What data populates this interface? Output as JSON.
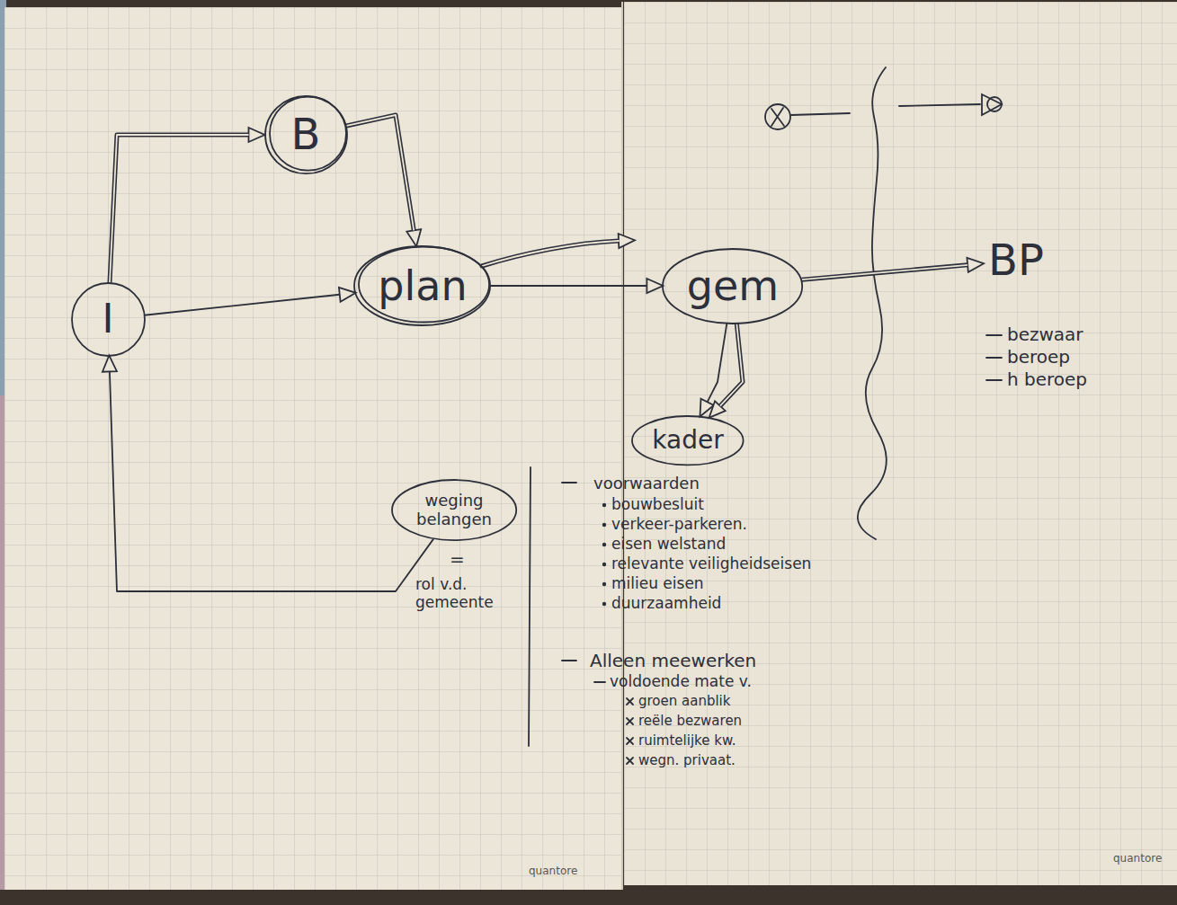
{
  "diagram": {
    "nodes": [
      {
        "text": [
          "I"
        ]
      },
      {
        "text": [
          "B"
        ]
      },
      {
        "text": [
          "plan"
        ]
      },
      {
        "text": [
          "gem"
        ]
      },
      {
        "text": [
          "BP"
        ]
      },
      {
        "text": [
          "kader"
        ]
      },
      {
        "text": [
          "weging belangen"
        ]
      }
    ],
    "edges": [
      {
        "from": 0,
        "to": 1,
        "arrow": "to"
      },
      {
        "from": 1,
        "to": 2,
        "arrow": "to"
      },
      {
        "from": 0,
        "to": 2,
        "arrow": "to"
      },
      {
        "from": 2,
        "to": 3,
        "arrow": "to"
      },
      {
        "from": 3,
        "to": 4,
        "arrow": "to"
      },
      {
        "from": 3,
        "to": 5,
        "arrow": "to"
      },
      {
        "from": 3,
        "to": 5,
        "arrow": "to"
      },
      {
        "from": 6,
        "to": 0,
        "arrow": "to"
      }
    ],
    "labels": [
      "=",
      "rol v.d. gemeente",
      "voorwaarden",
      "bouwbesluit",
      "verkeer-parkeren.",
      "eisen welstand",
      "relevante veiligheidseisen",
      "milieu eisen",
      "duurzaamheid",
      "Alleen meewerken",
      "voldoende mate v.",
      "groen aanblik",
      "reële bezwaren",
      "ruimtelijke kw.",
      "wegn. privaat.",
      "bezwaar",
      "beroep",
      "h beroep",
      "quantore",
      "quantore"
    ]
  }
}
